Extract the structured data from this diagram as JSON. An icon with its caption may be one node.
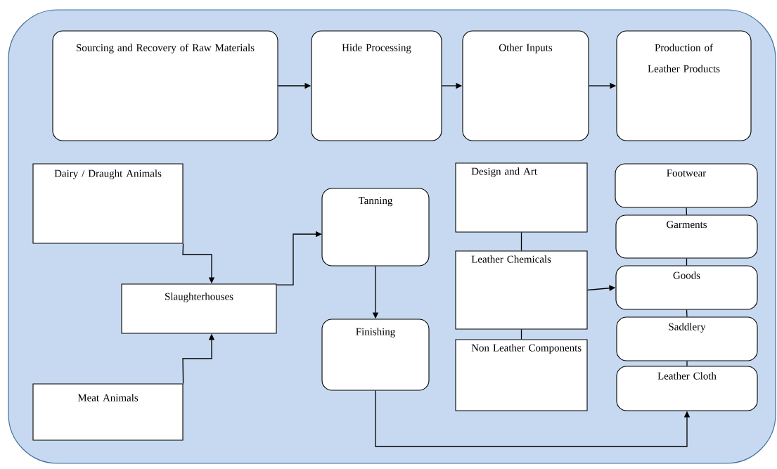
{
  "diagram": {
    "nodes": [
      {
        "text": [
          "Sourcing and Recovery of Raw Materials"
        ]
      },
      {
        "text": [
          "Hide Processing"
        ]
      },
      {
        "text": [
          "Other Inputs"
        ]
      },
      {
        "text": [
          "Production of Leather Products"
        ]
      },
      {
        "text": [
          "Dairy / Draught Animals"
        ]
      },
      {
        "text": [
          "Slaughterhouses"
        ]
      },
      {
        "text": [
          "Meat Animals"
        ]
      },
      {
        "text": [
          "Tanning"
        ]
      },
      {
        "text": [
          "Finishing"
        ]
      },
      {
        "text": [
          "Design and Art"
        ]
      },
      {
        "text": [
          "Leather Chemicals"
        ]
      },
      {
        "text": [
          "Non Leather Components"
        ]
      },
      {
        "text": [
          "Footwear"
        ]
      },
      {
        "text": [
          "Garments"
        ]
      },
      {
        "text": [
          "Goods"
        ]
      },
      {
        "text": [
          "Saddlery"
        ]
      },
      {
        "text": [
          "Leather Cloth"
        ]
      }
    ],
    "edges": [
      {
        "from": 0,
        "to": 1,
        "arrow": "to"
      },
      {
        "from": 1,
        "to": 2,
        "arrow": "to"
      },
      {
        "from": 2,
        "to": 3,
        "arrow": "to"
      },
      {
        "from": 4,
        "to": 5,
        "arrow": "to"
      },
      {
        "from": 6,
        "to": 5,
        "arrow": "to"
      },
      {
        "from": 5,
        "to": 7,
        "arrow": "to"
      },
      {
        "from": 7,
        "to": 8,
        "arrow": "to"
      },
      {
        "from": 8,
        "to": 16,
        "arrow": "to"
      },
      {
        "from": 10,
        "to": 14,
        "arrow": "to"
      },
      {
        "from": 9,
        "to": 10,
        "arrow": "none"
      },
      {
        "from": 10,
        "to": 11,
        "arrow": "none"
      },
      {
        "from": 12,
        "to": 13,
        "arrow": "none"
      },
      {
        "from": 13,
        "to": 14,
        "arrow": "none"
      },
      {
        "from": 14,
        "to": 15,
        "arrow": "none"
      },
      {
        "from": 15,
        "to": 16,
        "arrow": "none"
      }
    ]
  }
}
